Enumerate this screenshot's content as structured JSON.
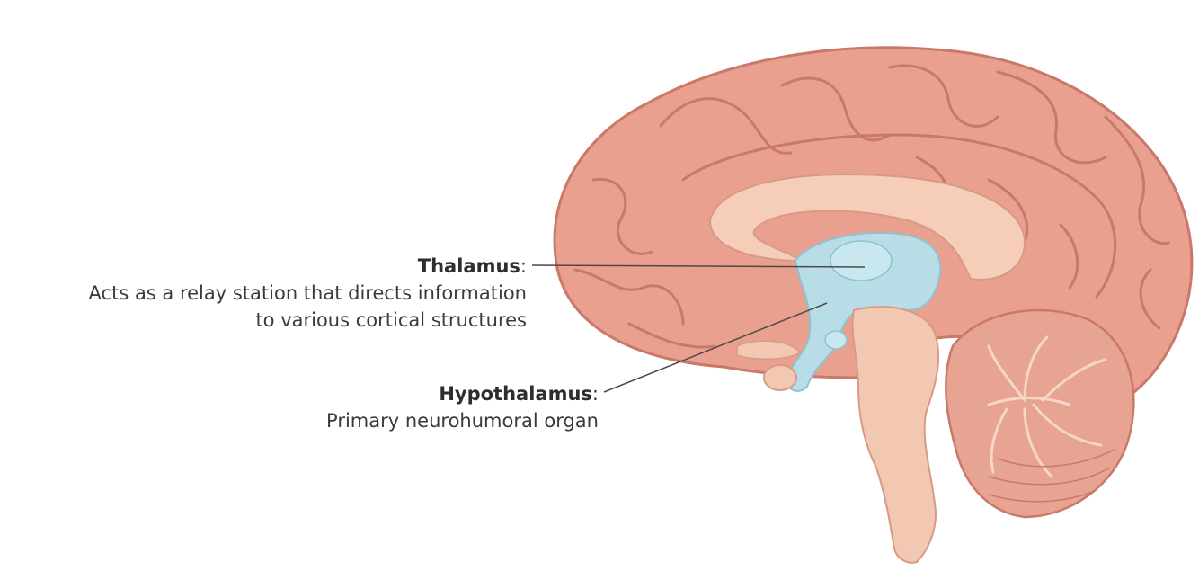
{
  "labels": {
    "thalamus": {
      "term": "Thalamus",
      "colon": ":",
      "line1": "Acts as a relay station that directs information",
      "line2": "to various cortical structures"
    },
    "hypothalamus": {
      "term": "Hypothalamus",
      "colon": ":",
      "line1": "Primary neurohumoral organ"
    }
  },
  "colors": {
    "cortex": "#e9a08f",
    "cortex_dark": "#c9786a",
    "white_matter": "#f6cdb8",
    "diencephalon": "#b9dde6",
    "diencephalon_dark": "#8fc2cf",
    "brainstem": "#f2c8b2",
    "cerebellum": "#e7a493",
    "leader_line": "#4a4a4a"
  }
}
